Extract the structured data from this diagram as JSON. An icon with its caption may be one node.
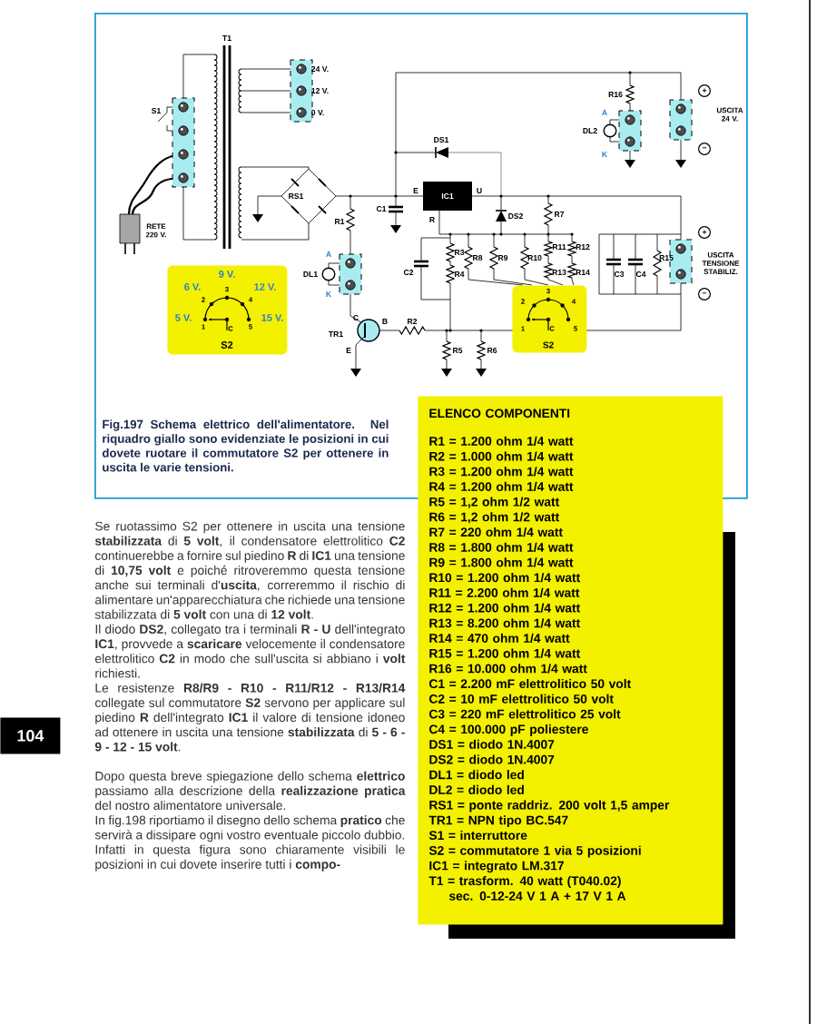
{
  "diagram": {
    "nodes": [
      {
        "text": [
          "Fig.197 Schema elettrico dell'alimentatore. Nel riquadro giallo sono evidenziate le posizioni in cui dovete ruotare il commutatore S2 per ottenere in uscita le varie tensioni."
        ]
      },
      {
        "text": [
          "9 V.",
          "6 V.",
          "3",
          "12 V.",
          "2",
          "4",
          "5 V.",
          "1",
          "C",
          "5",
          "15 V.",
          "S2"
        ],
        "in": 0
      },
      {
        "text": [
          "3",
          "2",
          "4",
          "1",
          "C",
          "5",
          "S2"
        ],
        "in": 0
      },
      {
        "text": [
          "ELENCO COMPONENTI",
          "R1 = 1.200 ohm 1/4 watt",
          "R2 = 1.000 ohm 1/4 watt",
          "R3 = 1.200 ohm 1/4 watt",
          "R4 = 1.200 ohm 1/4 watt",
          "R5 = 1,2 ohm 1/2 watt",
          "R6 = 1,2 ohm 1/2 watt",
          "R7 = 220 ohm 1/4 watt",
          "R8 = 1.800 ohm 1/4 watt",
          "R9 = 1.800 ohm 1/4 watt",
          "R10 = 1.200 ohm 1/4 watt",
          "R11 = 2.200 ohm 1/4 watt",
          "R12 = 1.200 ohm 1/4 watt",
          "R13 = 8.200 ohm 1/4 watt",
          "R14 = 470 ohm 1/4 watt",
          "R15 = 1.200 ohm 1/4 watt",
          "R16 = 10.000 ohm 1/4 watt",
          "C1 = 2.200 mF elettrolitico 50 volt",
          "C2 = 10 mF elettrolitico 50 volt",
          "C3 = 220 mF elettrolitico 25 volt",
          "C4 = 100.000 pF poliestere",
          "DS1 = diodo 1N.4007",
          "DS2 = diodo 1N.4007",
          "DL1 = diodo led",
          "DL2 = diodo led",
          "RS1 = ponte raddriz. 200 volt 1,5 amper",
          "TR1 = NPN tipo BC.547",
          "S1 = interruttore",
          "S2 = commutatore 1 via 5 posizioni",
          "IC1 = integrato LM.317",
          "T1 = trasform. 40 watt (T040.02)",
          "sec. 0-12-24 V 1 A + 17 V 1 A"
        ]
      }
    ],
    "labels": [
      "T1",
      "S1",
      "RETE 220 V.",
      "24 V.",
      "12 V.",
      "0 V.",
      "RS1",
      "DS1",
      "C1",
      "R1",
      "A",
      "K",
      "DL1",
      "E",
      "IC1",
      "U",
      "R",
      "DS2",
      "R7",
      "C2",
      "R3",
      "R4",
      "TR1",
      "C",
      "B",
      "E",
      "R2",
      "R5",
      "R6",
      "R8",
      "R9",
      "R10",
      "R11",
      "R12",
      "R13",
      "R14",
      "R16",
      "A",
      "K",
      "DL2",
      "USCITA 24 V.",
      "+",
      "−",
      "C3",
      "C4",
      "R15",
      "+",
      "−",
      "USCITA TENSIONE STABILIZ.",
      "Se ruotassimo S2 per ottenere in uscita una tensione **stabilizzata** di **5 volt**, il condensatore elettrolitico **C2** continuerebbe a fornire sul piedino **R** di **IC1** una tensione di **10,75 volt** e poiché ritroveremmo questa tensione anche sui terminali d'**uscita**, correremmo il rischio di alimentare un'apparecchiatura che richiede una tensione stabilizzata di **5 volt** con una di **12 volt**.",
      "Il diodo **DS2**, collegato tra i terminali **R - U** dell'integrato **IC1**, provvede a **scaricare** velocemente il condensatore elettrolitico **C2** in modo che sull'uscita si abbiano i **volt** richiesti.",
      "Le resistenze **R8/R9 - R10 - R11/R12 - R13/R14** collegate sul commutatore **S2** servono per applicare sul piedino **R** dell'integrato **IC1** il valore di tensione idoneo ad ottenere in uscita una tensione **stabilizzata** di **5 - 6 - 9 - 12 - 15 volt**.",
      "Dopo questa breve spiegazione dello schema **elettrico** passiamo alla descrizione della **realizzazione pratica** del nostro alimentatore universale.",
      "In fig.198 riportiamo il disegno dello schema **pratico** che servirà a dissipare ogni vostro eventuale piccolo dubbio.",
      "Infatti in questa figura sono chiaramente visibili le posizioni in cui dovete inserire tutti i **compo-**",
      "104"
    ]
  }
}
